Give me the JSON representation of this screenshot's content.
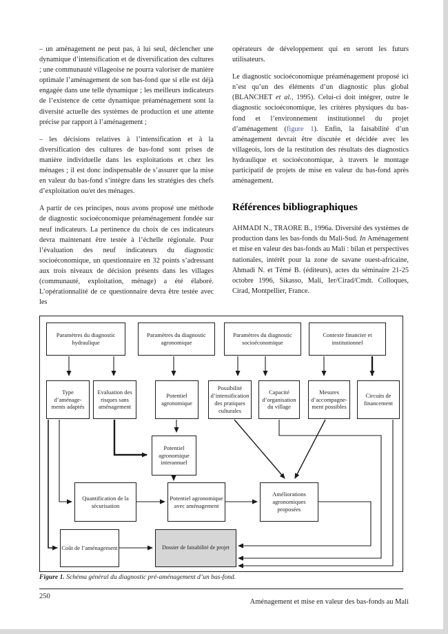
{
  "document": {
    "left_column": {
      "para1": "– un aménagement ne peut pas, à lui seul, déclencher une dynamique d’intensification et de diversification des cultures ; une communauté villageoise ne pourra valoriser de manière optimale l’aménagement de son bas-fond que si elle est déjà engagée dans une telle dynamique ; les meilleurs indicateurs de l’existence de cette dynamique préaménagement sont la diversité actuelle des systèmes de production et une attente précise par rapport à l’aménagement ;",
      "para2": "– les décisions relatives à l’intensification et à la diversification des cultures de bas-fond sont prises de manière individuelle dans les exploitations et chez les ménages ; il est donc indispensable de s’assurer que la mise en valeur du bas-fond s’intègre dans les stratégies des chefs d’exploitation ou/et des ménages.",
      "para3": "A partir de ces principes, nous avons proposé une méthode de diagnostic socioéconomique préaménagement fondée sur neuf indicateurs. La pertinence du choix de ces indicateurs devra maintenant être testée à l’échelle régionale. Pour l’évaluation des neuf indicateurs du diagnostic socioéconomique, un questionnaire en 32 points s’adressant aux trois niveaux de décision présents dans les villages (communauté, exploitation, ménage) a été élaboré. L’opérationnalité de ce questionnaire devra être testée avec les"
    },
    "right_column": {
      "para1": "opérateurs de développement qui en seront les futurs utilisateurs.",
      "para2": {
        "t1": "Le diagnostic socioéconomique préaménagement proposé ici n’est qu’un des éléments d’un diagnostic plus global (BLANCHET ",
        "etal": "et al.",
        "t2": ", 1995). Celui-ci doit intégrer, outre le diagnostic socioéconomique, les critères physiques du bas-fond et l’environnement institutionnel du projet d’aménagement (",
        "figref": "figure 1",
        "t3": "). Enfin, la faisabilité d’un aménagement devrait être discutée et décidée avec les villageois, lors de la restitution des résultats des diagnostics hydraulique et socioéconomique, à travers le montage participatif de projets de mise en valeur du bas-fond après aménagement."
      },
      "references_heading": "Références bibliographiques",
      "reference": {
        "t1": "AHMADI N., TRAORE B., 1996a. Diversité des systèmes de production dans les bas-fonds du Mali-Sud. ",
        "in_word": "In",
        "t2": " Aménagement et mise en valeur des bas-fonds au Mali : bilan et perspectives nationales, intérêt pour la zone de savane ouest-africaine, Ahmadi N. et Témé B. (éditeurs), actes du séminaire 21-25 octobre 1996, Sikasso, Mali, Ier/Cirad/Cmdt. Colloques, Cirad, Montpellier, France."
      }
    },
    "figure": {
      "caption": {
        "label": "Figure 1.",
        "text": "Schéma général du diagnostic pré-aménagement d’un bas-fond."
      },
      "boxes": [
        "Paramètres du diagnostic hydraulique",
        "Paramètres du diagnostic agronomique",
        "Paramètres du diagnostic socioéconomique",
        "Contexte financier et institutionnel",
        "Type d’aménage-ments adaptés",
        "Evaluation des risques sans aménagement",
        "Potentiel agronomique",
        "Possibilité d’intensification des pratiques culturales",
        "Capacité d’organisation du village",
        "Mesures d’accompagne-ment possibles",
        "Circuits de financement",
        "Potentiel agronomique interannuel",
        "Quantification de la sécurisation",
        "Potentiel agronomique avec aménagement",
        "Améliorations agronomiques proposées",
        "Coût de l’aménagement",
        "Dossier de faisabilité de projet"
      ]
    },
    "footer": {
      "page_number": "250",
      "running_title": "Aménagement et mise en valeur des bas-fonds au Mali"
    },
    "colors": {
      "text": "#1c1c1c",
      "figure_link": "#4a5aae",
      "dossier_fill": "#d6d6d6",
      "line": "#1a1a1a"
    }
  }
}
